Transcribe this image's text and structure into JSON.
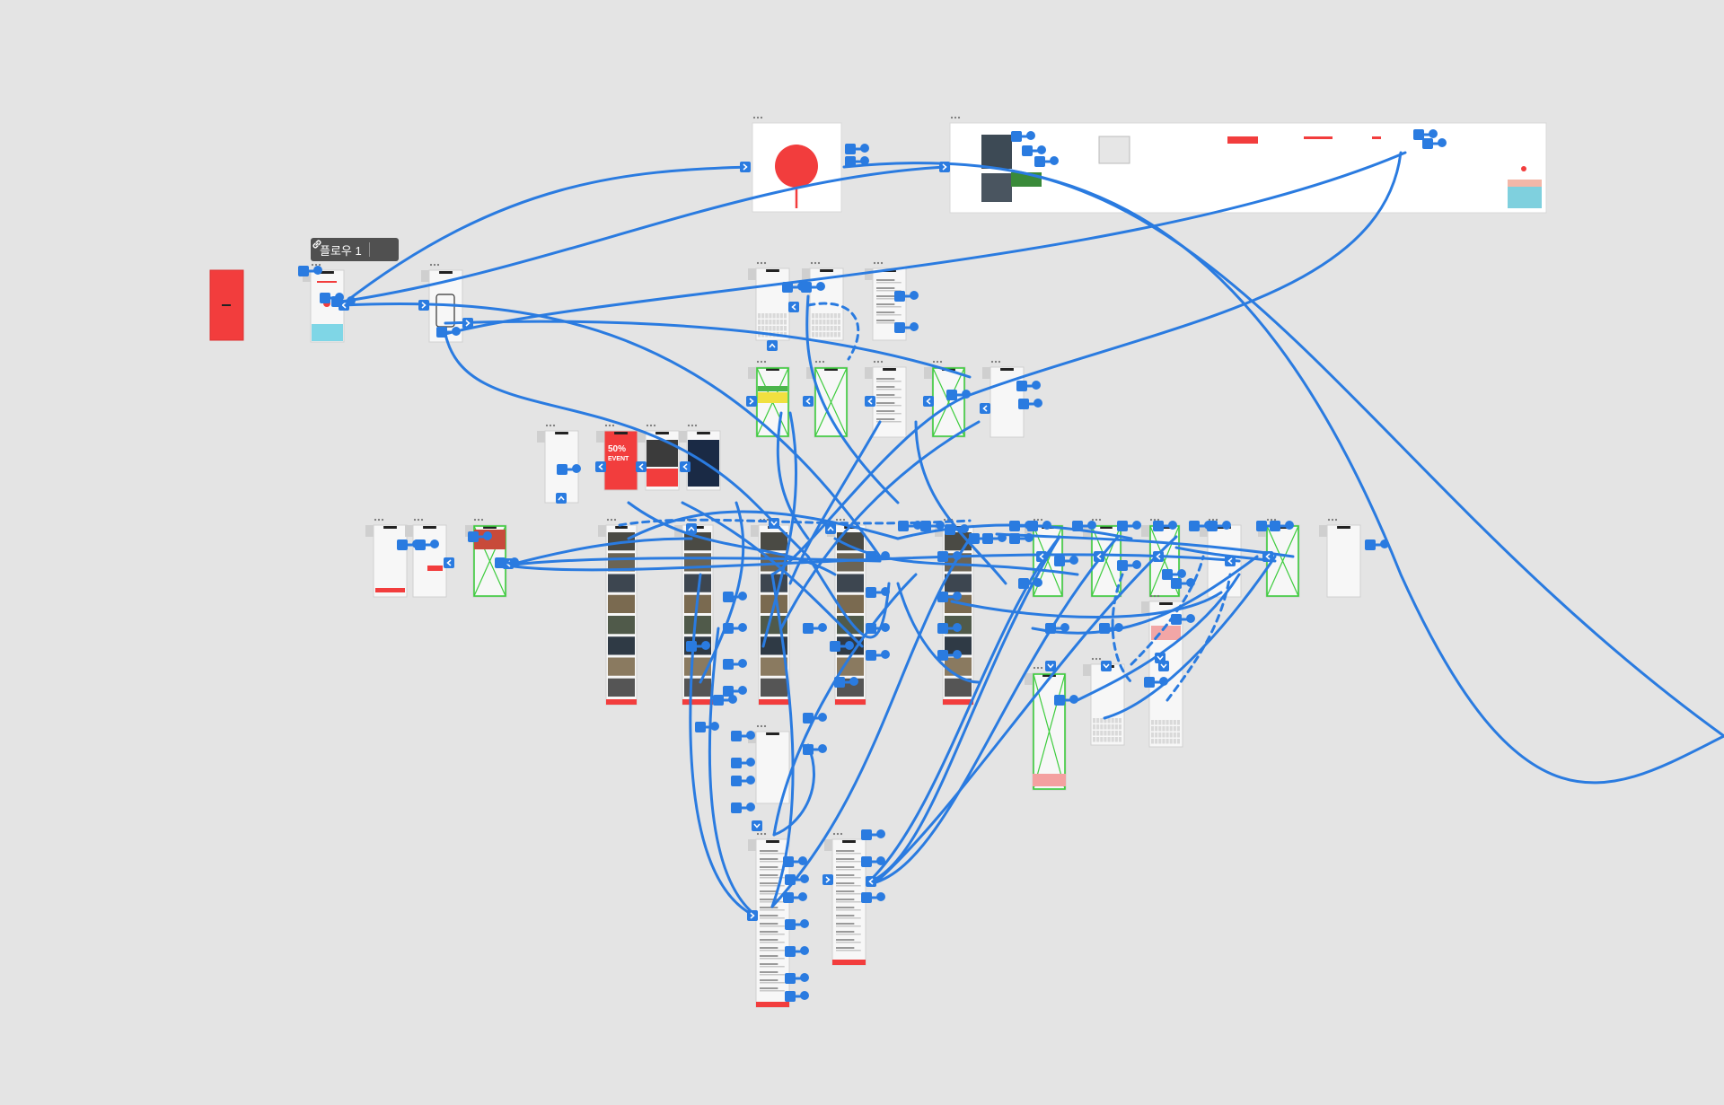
{
  "canvas": {
    "background": "#e4e4e4",
    "connector_color": "#2a7be0",
    "accent_red": "#f23d3d",
    "wire_frame_green": "#3dcc3d"
  },
  "flow": {
    "label": "플로우 1",
    "link_icon": "link-icon"
  },
  "event_banner": {
    "headline": "50%",
    "subline": "EVENT"
  },
  "handle_icons": {
    "forward": "chevron-right-icon",
    "back": "chevron-left-icon",
    "up": "chevron-up-icon",
    "down": "chevron-down-icon"
  }
}
